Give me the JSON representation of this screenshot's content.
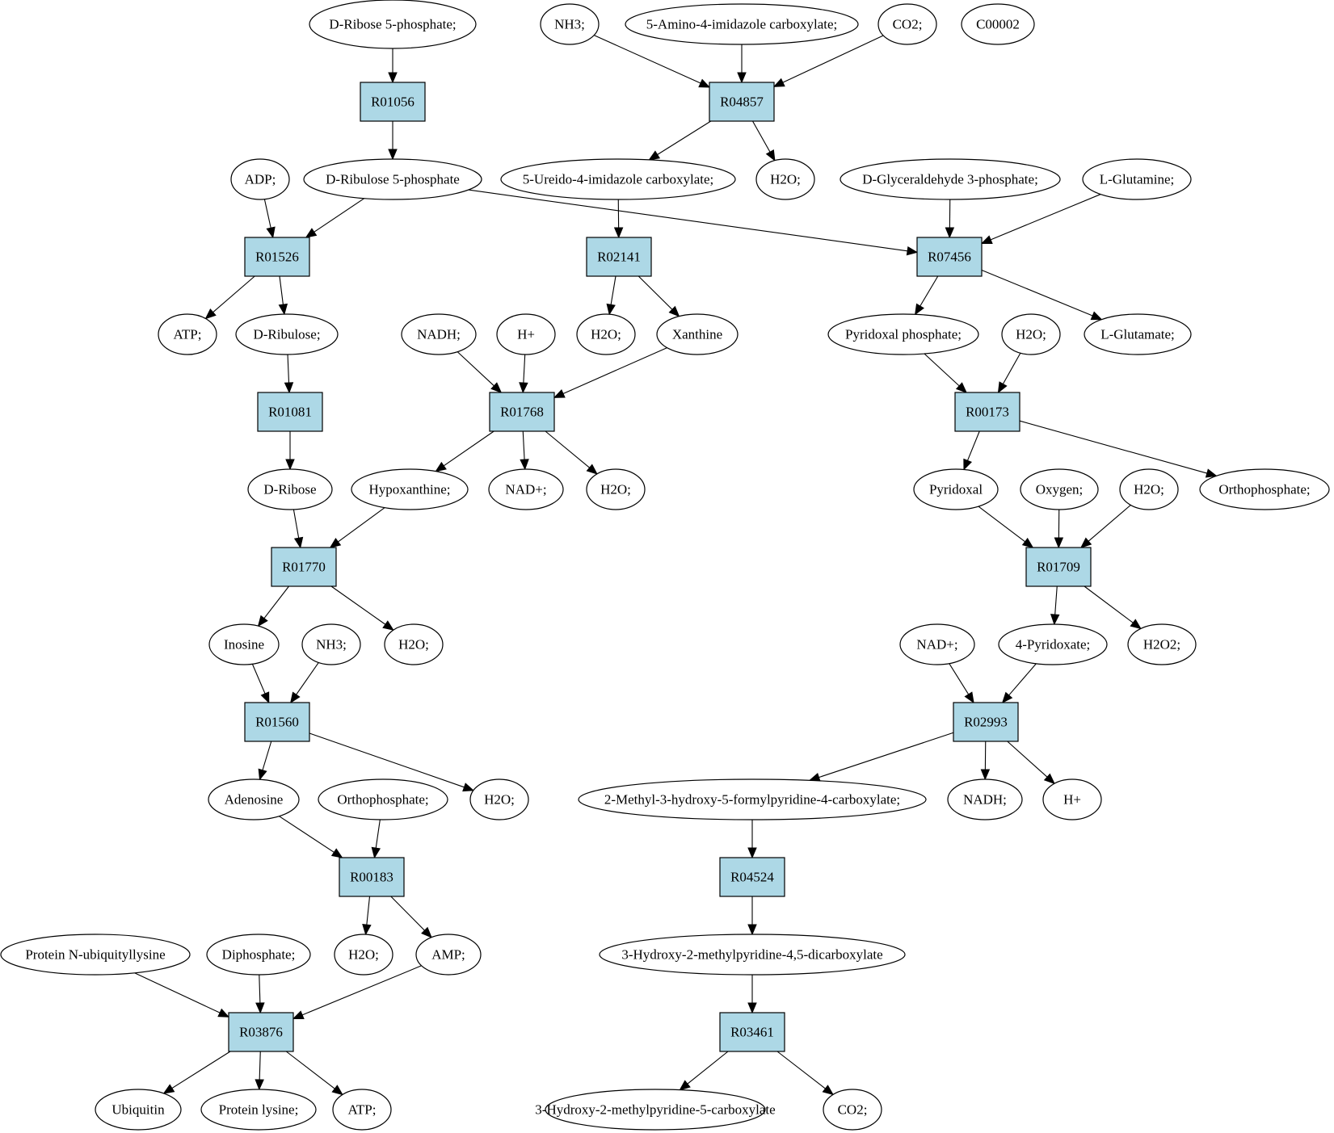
{
  "colors": {
    "reaction": "#add8e6",
    "start": "#00ee00",
    "highlight": "#ffff00",
    "compound": "#ffffff"
  },
  "nodes": [
    {
      "id": "ribose5p",
      "label": "D-Ribose 5-phosphate;",
      "kind": "compound",
      "color": "start"
    },
    {
      "id": "nh3_top",
      "label": "NH3;",
      "kind": "compound"
    },
    {
      "id": "aica",
      "label": "5-Amino-4-imidazole carboxylate;",
      "kind": "compound"
    },
    {
      "id": "co2_top",
      "label": "CO2;",
      "kind": "compound"
    },
    {
      "id": "c00002",
      "label": "C00002",
      "kind": "compound",
      "color": "highlight"
    },
    {
      "id": "R01056",
      "label": "R01056",
      "kind": "reaction"
    },
    {
      "id": "R04857",
      "label": "R04857",
      "kind": "reaction"
    },
    {
      "id": "adp",
      "label": "ADP;",
      "kind": "compound"
    },
    {
      "id": "ribulose5p",
      "label": "D-Ribulose 5-phosphate",
      "kind": "compound"
    },
    {
      "id": "ureido",
      "label": "5-Ureido-4-imidazole carboxylate;",
      "kind": "compound"
    },
    {
      "id": "h2o_a",
      "label": "H2O;",
      "kind": "compound"
    },
    {
      "id": "g3p",
      "label": "D-Glyceraldehyde 3-phosphate;",
      "kind": "compound"
    },
    {
      "id": "gln",
      "label": "L-Glutamine;",
      "kind": "compound"
    },
    {
      "id": "R01526",
      "label": "R01526",
      "kind": "reaction"
    },
    {
      "id": "R02141",
      "label": "R02141",
      "kind": "reaction"
    },
    {
      "id": "R07456",
      "label": "R07456",
      "kind": "reaction"
    },
    {
      "id": "atp_a",
      "label": "ATP;",
      "kind": "compound"
    },
    {
      "id": "ribulose",
      "label": "D-Ribulose;",
      "kind": "compound"
    },
    {
      "id": "nadh_a",
      "label": "NADH;",
      "kind": "compound"
    },
    {
      "id": "hplus_a",
      "label": "H+",
      "kind": "compound"
    },
    {
      "id": "h2o_b",
      "label": "H2O;",
      "kind": "compound"
    },
    {
      "id": "xanthine",
      "label": "Xanthine",
      "kind": "compound"
    },
    {
      "id": "plp",
      "label": "Pyridoxal phosphate;",
      "kind": "compound"
    },
    {
      "id": "h2o_c",
      "label": "H2O;",
      "kind": "compound"
    },
    {
      "id": "glu",
      "label": "L-Glutamate;",
      "kind": "compound"
    },
    {
      "id": "R01081",
      "label": "R01081",
      "kind": "reaction"
    },
    {
      "id": "R01768",
      "label": "R01768",
      "kind": "reaction"
    },
    {
      "id": "R00173",
      "label": "R00173",
      "kind": "reaction"
    },
    {
      "id": "ribose",
      "label": "D-Ribose",
      "kind": "compound"
    },
    {
      "id": "hypoxanthine",
      "label": "Hypoxanthine;",
      "kind": "compound"
    },
    {
      "id": "nadplus_a",
      "label": "NAD+;",
      "kind": "compound"
    },
    {
      "id": "h2o_d",
      "label": "H2O;",
      "kind": "compound"
    },
    {
      "id": "pyridoxal",
      "label": "Pyridoxal",
      "kind": "compound"
    },
    {
      "id": "oxygen",
      "label": "Oxygen;",
      "kind": "compound"
    },
    {
      "id": "h2o_e",
      "label": "H2O;",
      "kind": "compound"
    },
    {
      "id": "pi_a",
      "label": "Orthophosphate;",
      "kind": "compound"
    },
    {
      "id": "R01770",
      "label": "R01770",
      "kind": "reaction"
    },
    {
      "id": "R01709",
      "label": "R01709",
      "kind": "reaction"
    },
    {
      "id": "inosine",
      "label": "Inosine",
      "kind": "compound"
    },
    {
      "id": "nh3_b",
      "label": "NH3;",
      "kind": "compound"
    },
    {
      "id": "h2o_f",
      "label": "H2O;",
      "kind": "compound"
    },
    {
      "id": "nadplus_b",
      "label": "NAD+;",
      "kind": "compound"
    },
    {
      "id": "pyridoxate",
      "label": "4-Pyridoxate;",
      "kind": "compound"
    },
    {
      "id": "h2o2",
      "label": "H2O2;",
      "kind": "compound"
    },
    {
      "id": "R01560",
      "label": "R01560",
      "kind": "reaction"
    },
    {
      "id": "R02993",
      "label": "R02993",
      "kind": "reaction"
    },
    {
      "id": "adenosine",
      "label": "Adenosine",
      "kind": "compound"
    },
    {
      "id": "pi_b",
      "label": "Orthophosphate;",
      "kind": "compound"
    },
    {
      "id": "h2o_g",
      "label": "H2O;",
      "kind": "compound"
    },
    {
      "id": "mhfpc",
      "label": "2-Methyl-3-hydroxy-5-formylpyridine-4-carboxylate;",
      "kind": "compound"
    },
    {
      "id": "nadh_b",
      "label": "NADH;",
      "kind": "compound"
    },
    {
      "id": "hplus_b",
      "label": "H+",
      "kind": "compound"
    },
    {
      "id": "R00183",
      "label": "R00183",
      "kind": "reaction"
    },
    {
      "id": "R04524",
      "label": "R04524",
      "kind": "reaction"
    },
    {
      "id": "ubilys",
      "label": "Protein N-ubiquityllysine",
      "kind": "compound"
    },
    {
      "id": "ppi",
      "label": "Diphosphate;",
      "kind": "compound"
    },
    {
      "id": "h2o_h",
      "label": "H2O;",
      "kind": "compound"
    },
    {
      "id": "amp",
      "label": "AMP;",
      "kind": "compound"
    },
    {
      "id": "hmpdc",
      "label": "3-Hydroxy-2-methylpyridine-4,5-dicarboxylate",
      "kind": "compound"
    },
    {
      "id": "R03876",
      "label": "R03876",
      "kind": "reaction"
    },
    {
      "id": "R03461",
      "label": "R03461",
      "kind": "reaction"
    },
    {
      "id": "ubiquitin",
      "label": "Ubiquitin",
      "kind": "compound"
    },
    {
      "id": "plys",
      "label": "Protein lysine;",
      "kind": "compound"
    },
    {
      "id": "atp_b",
      "label": "ATP;",
      "kind": "compound"
    },
    {
      "id": "hmpc",
      "label": "3-Hydroxy-2-methylpyridine-5-carboxylate",
      "kind": "compound"
    },
    {
      "id": "co2_b",
      "label": "CO2;",
      "kind": "compound"
    }
  ],
  "edges": [
    [
      "ribose5p",
      "R01056"
    ],
    [
      "R01056",
      "ribulose5p"
    ],
    [
      "nh3_top",
      "R04857"
    ],
    [
      "aica",
      "R04857"
    ],
    [
      "co2_top",
      "R04857"
    ],
    [
      "R04857",
      "ureido"
    ],
    [
      "R04857",
      "h2o_a"
    ],
    [
      "adp",
      "R01526"
    ],
    [
      "ribulose5p",
      "R01526"
    ],
    [
      "ribulose5p",
      "R07456"
    ],
    [
      "ureido",
      "R02141"
    ],
    [
      "g3p",
      "R07456"
    ],
    [
      "gln",
      "R07456"
    ],
    [
      "R01526",
      "atp_a"
    ],
    [
      "R01526",
      "ribulose"
    ],
    [
      "R02141",
      "h2o_b"
    ],
    [
      "R02141",
      "xanthine"
    ],
    [
      "R07456",
      "plp"
    ],
    [
      "R07456",
      "glu"
    ],
    [
      "ribulose",
      "R01081"
    ],
    [
      "nadh_a",
      "R01768"
    ],
    [
      "hplus_a",
      "R01768"
    ],
    [
      "xanthine",
      "R01768"
    ],
    [
      "plp",
      "R00173"
    ],
    [
      "h2o_c",
      "R00173"
    ],
    [
      "R01081",
      "ribose"
    ],
    [
      "R01768",
      "hypoxanthine"
    ],
    [
      "R01768",
      "nadplus_a"
    ],
    [
      "R01768",
      "h2o_d"
    ],
    [
      "R00173",
      "pyridoxal"
    ],
    [
      "R00173",
      "pi_a"
    ],
    [
      "ribose",
      "R01770"
    ],
    [
      "hypoxanthine",
      "R01770"
    ],
    [
      "pyridoxal",
      "R01709"
    ],
    [
      "oxygen",
      "R01709"
    ],
    [
      "h2o_e",
      "R01709"
    ],
    [
      "R01770",
      "inosine"
    ],
    [
      "R01770",
      "h2o_f"
    ],
    [
      "R01709",
      "pyridoxate"
    ],
    [
      "R01709",
      "h2o2"
    ],
    [
      "inosine",
      "R01560"
    ],
    [
      "nh3_b",
      "R01560"
    ],
    [
      "nadplus_b",
      "R02993"
    ],
    [
      "pyridoxate",
      "R02993"
    ],
    [
      "R01560",
      "adenosine"
    ],
    [
      "R01560",
      "h2o_g"
    ],
    [
      "R02993",
      "mhfpc"
    ],
    [
      "R02993",
      "nadh_b"
    ],
    [
      "R02993",
      "hplus_b"
    ],
    [
      "adenosine",
      "R00183"
    ],
    [
      "pi_b",
      "R00183"
    ],
    [
      "mhfpc",
      "R04524"
    ],
    [
      "R00183",
      "h2o_h"
    ],
    [
      "R00183",
      "amp"
    ],
    [
      "R04524",
      "hmpdc"
    ],
    [
      "ubilys",
      "R03876"
    ],
    [
      "ppi",
      "R03876"
    ],
    [
      "amp",
      "R03876"
    ],
    [
      "hmpdc",
      "R03461"
    ],
    [
      "R03876",
      "ubiquitin"
    ],
    [
      "R03876",
      "plys"
    ],
    [
      "R03876",
      "atp_b"
    ],
    [
      "R03461",
      "hmpc"
    ],
    [
      "R03461",
      "co2_b"
    ]
  ]
}
